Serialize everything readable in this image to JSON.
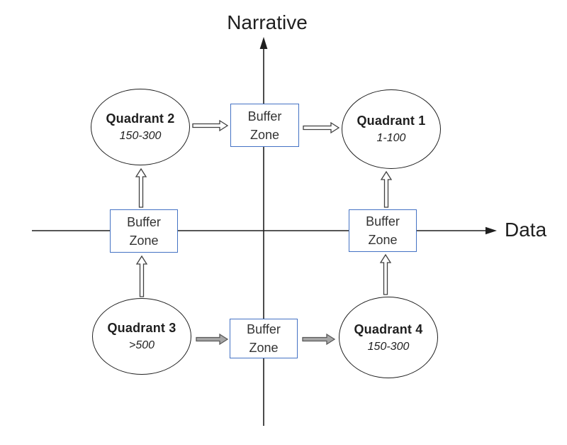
{
  "diagram": {
    "axes": {
      "y_label": "Narrative",
      "x_label": "Data"
    },
    "quadrants": [
      {
        "name": "Quadrant 1",
        "value": "1-100",
        "position": "top-right"
      },
      {
        "name": "Quadrant 2",
        "value": "150-300",
        "position": "top-left"
      },
      {
        "name": "Quadrant 3",
        "value": ">500",
        "position": "bottom-left"
      },
      {
        "name": "Quadrant 4",
        "value": "150-300",
        "position": "bottom-right"
      }
    ],
    "buffer_zones": {
      "label": "Buffer\nZone",
      "positions": [
        "top-center",
        "left-axis",
        "right-axis",
        "bottom-center"
      ]
    },
    "flows": [
      {
        "from": "Quadrant 3",
        "to": "Buffer Zone (left-axis)",
        "direction": "up",
        "style": "hollow"
      },
      {
        "from": "Buffer Zone (left-axis)",
        "to": "Quadrant 2",
        "direction": "up",
        "style": "hollow"
      },
      {
        "from": "Quadrant 2",
        "to": "Buffer Zone (top-center)",
        "direction": "right",
        "style": "hollow"
      },
      {
        "from": "Buffer Zone (top-center)",
        "to": "Quadrant 1",
        "direction": "right",
        "style": "hollow"
      },
      {
        "from": "Quadrant 3",
        "to": "Buffer Zone (bottom-center)",
        "direction": "right",
        "style": "gray"
      },
      {
        "from": "Buffer Zone (bottom-center)",
        "to": "Quadrant 4",
        "direction": "right",
        "style": "gray"
      },
      {
        "from": "Quadrant 4",
        "to": "Buffer Zone (right-axis)",
        "direction": "up",
        "style": "hollow"
      },
      {
        "from": "Buffer Zone (right-axis)",
        "to": "Quadrant 1",
        "direction": "up",
        "style": "hollow"
      }
    ],
    "colors": {
      "line": "#1f1f1f",
      "box_border": "#4472C4",
      "hollow_arrow_fill": "#ffffff",
      "gray_arrow_fill": "#a6a6a6",
      "arrow_stroke": "#404040"
    }
  }
}
